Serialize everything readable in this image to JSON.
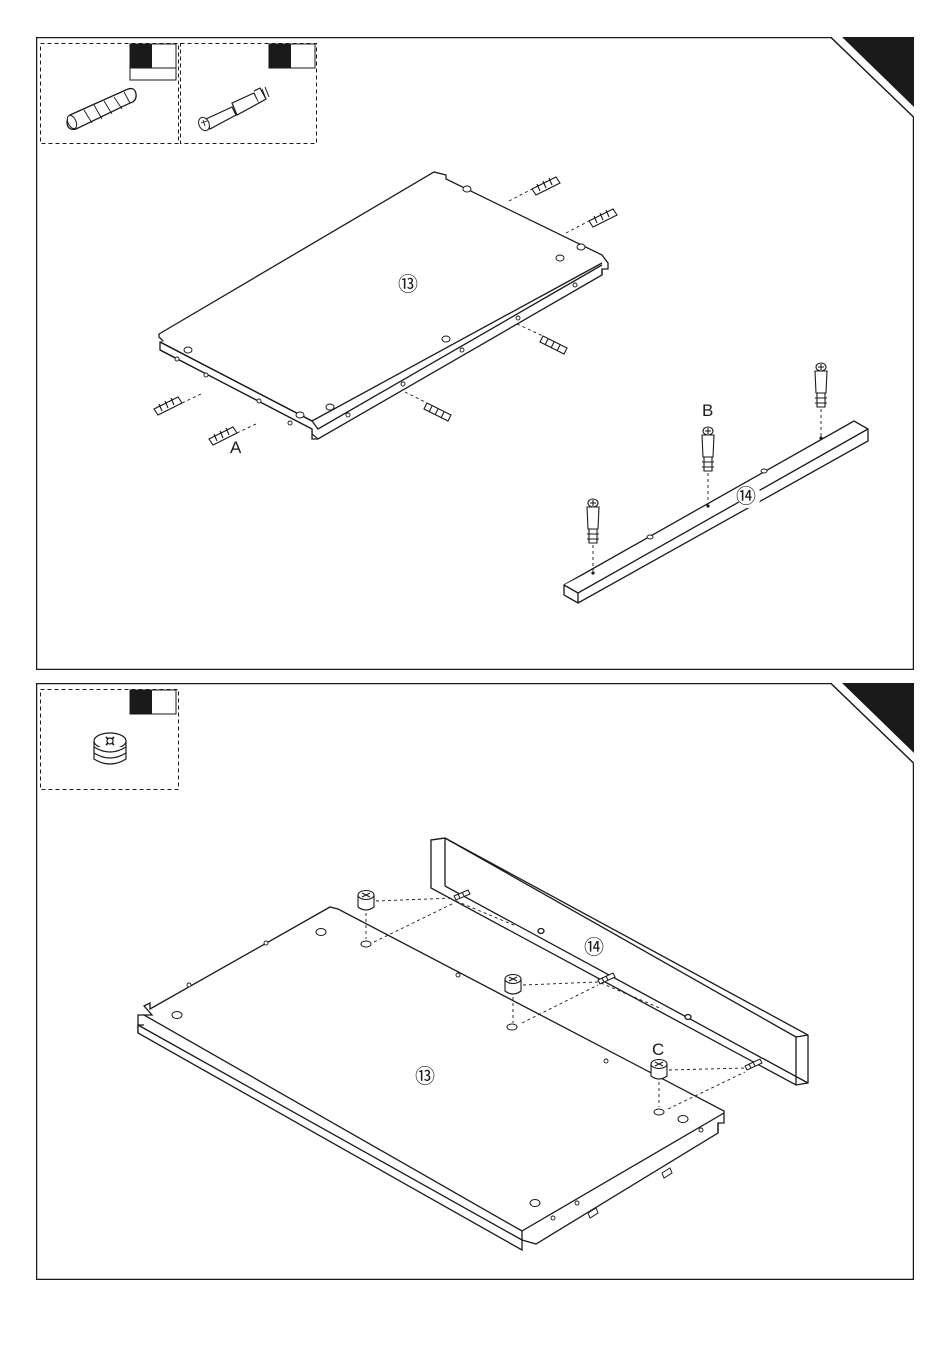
{
  "steps": [
    {
      "id": "step-1",
      "inventory": [
        {
          "part": "wood-dowel",
          "icon": "wood-dowel-icon"
        },
        {
          "part": "cam-bolt",
          "icon": "cam-bolt-icon"
        }
      ],
      "callouts": {
        "board_top": "⑬",
        "rail": "⑭",
        "dowel": "A",
        "cam_bolt": "B"
      }
    },
    {
      "id": "step-2",
      "inventory": [
        {
          "part": "cam-lock",
          "icon": "cam-lock-icon"
        }
      ],
      "callouts": {
        "board": "⑬",
        "rail": "⑭",
        "cam_lock": "C"
      }
    }
  ],
  "colors": {
    "line": "#1a1a1a",
    "paper": "#ffffff",
    "corner_tab": "#1a1a1a"
  }
}
